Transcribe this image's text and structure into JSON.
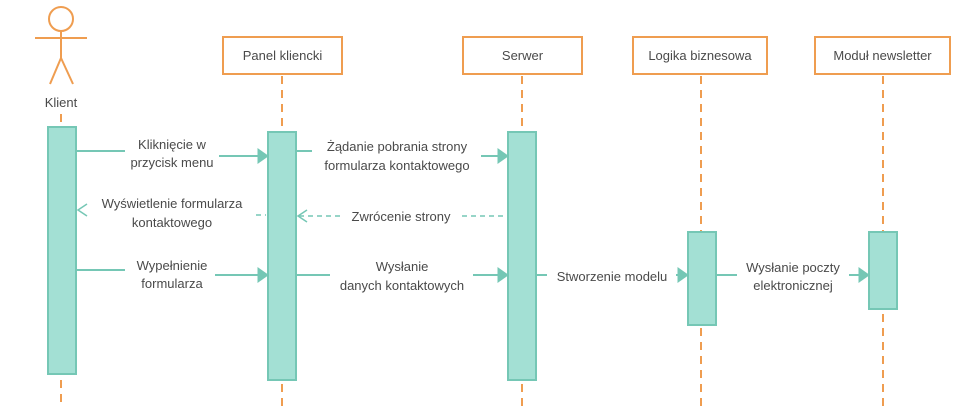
{
  "diagram": {
    "actor": {
      "label": "Klient"
    },
    "participants": [
      {
        "id": "panel",
        "label": "Panel kliencki"
      },
      {
        "id": "serwer",
        "label": "Serwer"
      },
      {
        "id": "logika",
        "label": "Logika biznesowa"
      },
      {
        "id": "newsletter",
        "label": "Moduł newsletter"
      }
    ],
    "messages": [
      {
        "from": "Klient",
        "to": "Panel kliencki",
        "type": "sync",
        "lines": [
          "Kliknięcie w",
          "przycisk menu"
        ]
      },
      {
        "from": "Panel kliencki",
        "to": "Serwer",
        "type": "sync",
        "lines": [
          "Żądanie pobrania strony",
          "formularza kontaktowego"
        ]
      },
      {
        "from": "Panel kliencki",
        "to": "Klient",
        "type": "return",
        "lines": [
          "Wyświetlenie formularza",
          "kontaktowego"
        ]
      },
      {
        "from": "Serwer",
        "to": "Panel kliencki",
        "type": "return",
        "lines": [
          "Zwrócenie strony"
        ]
      },
      {
        "from": "Klient",
        "to": "Panel kliencki",
        "type": "sync",
        "lines": [
          "Wypełnienie",
          "formularza"
        ]
      },
      {
        "from": "Panel kliencki",
        "to": "Serwer",
        "type": "sync",
        "lines": [
          "Wysłanie",
          "danych kontaktowych"
        ]
      },
      {
        "from": "Serwer",
        "to": "Logika biznesowa",
        "type": "sync",
        "lines": [
          "Stworzenie modelu"
        ]
      },
      {
        "from": "Logika biznesowa",
        "to": "Moduł newsletter",
        "type": "sync",
        "lines": [
          "Wysłanie poczty",
          "elektronicznej"
        ]
      }
    ]
  }
}
